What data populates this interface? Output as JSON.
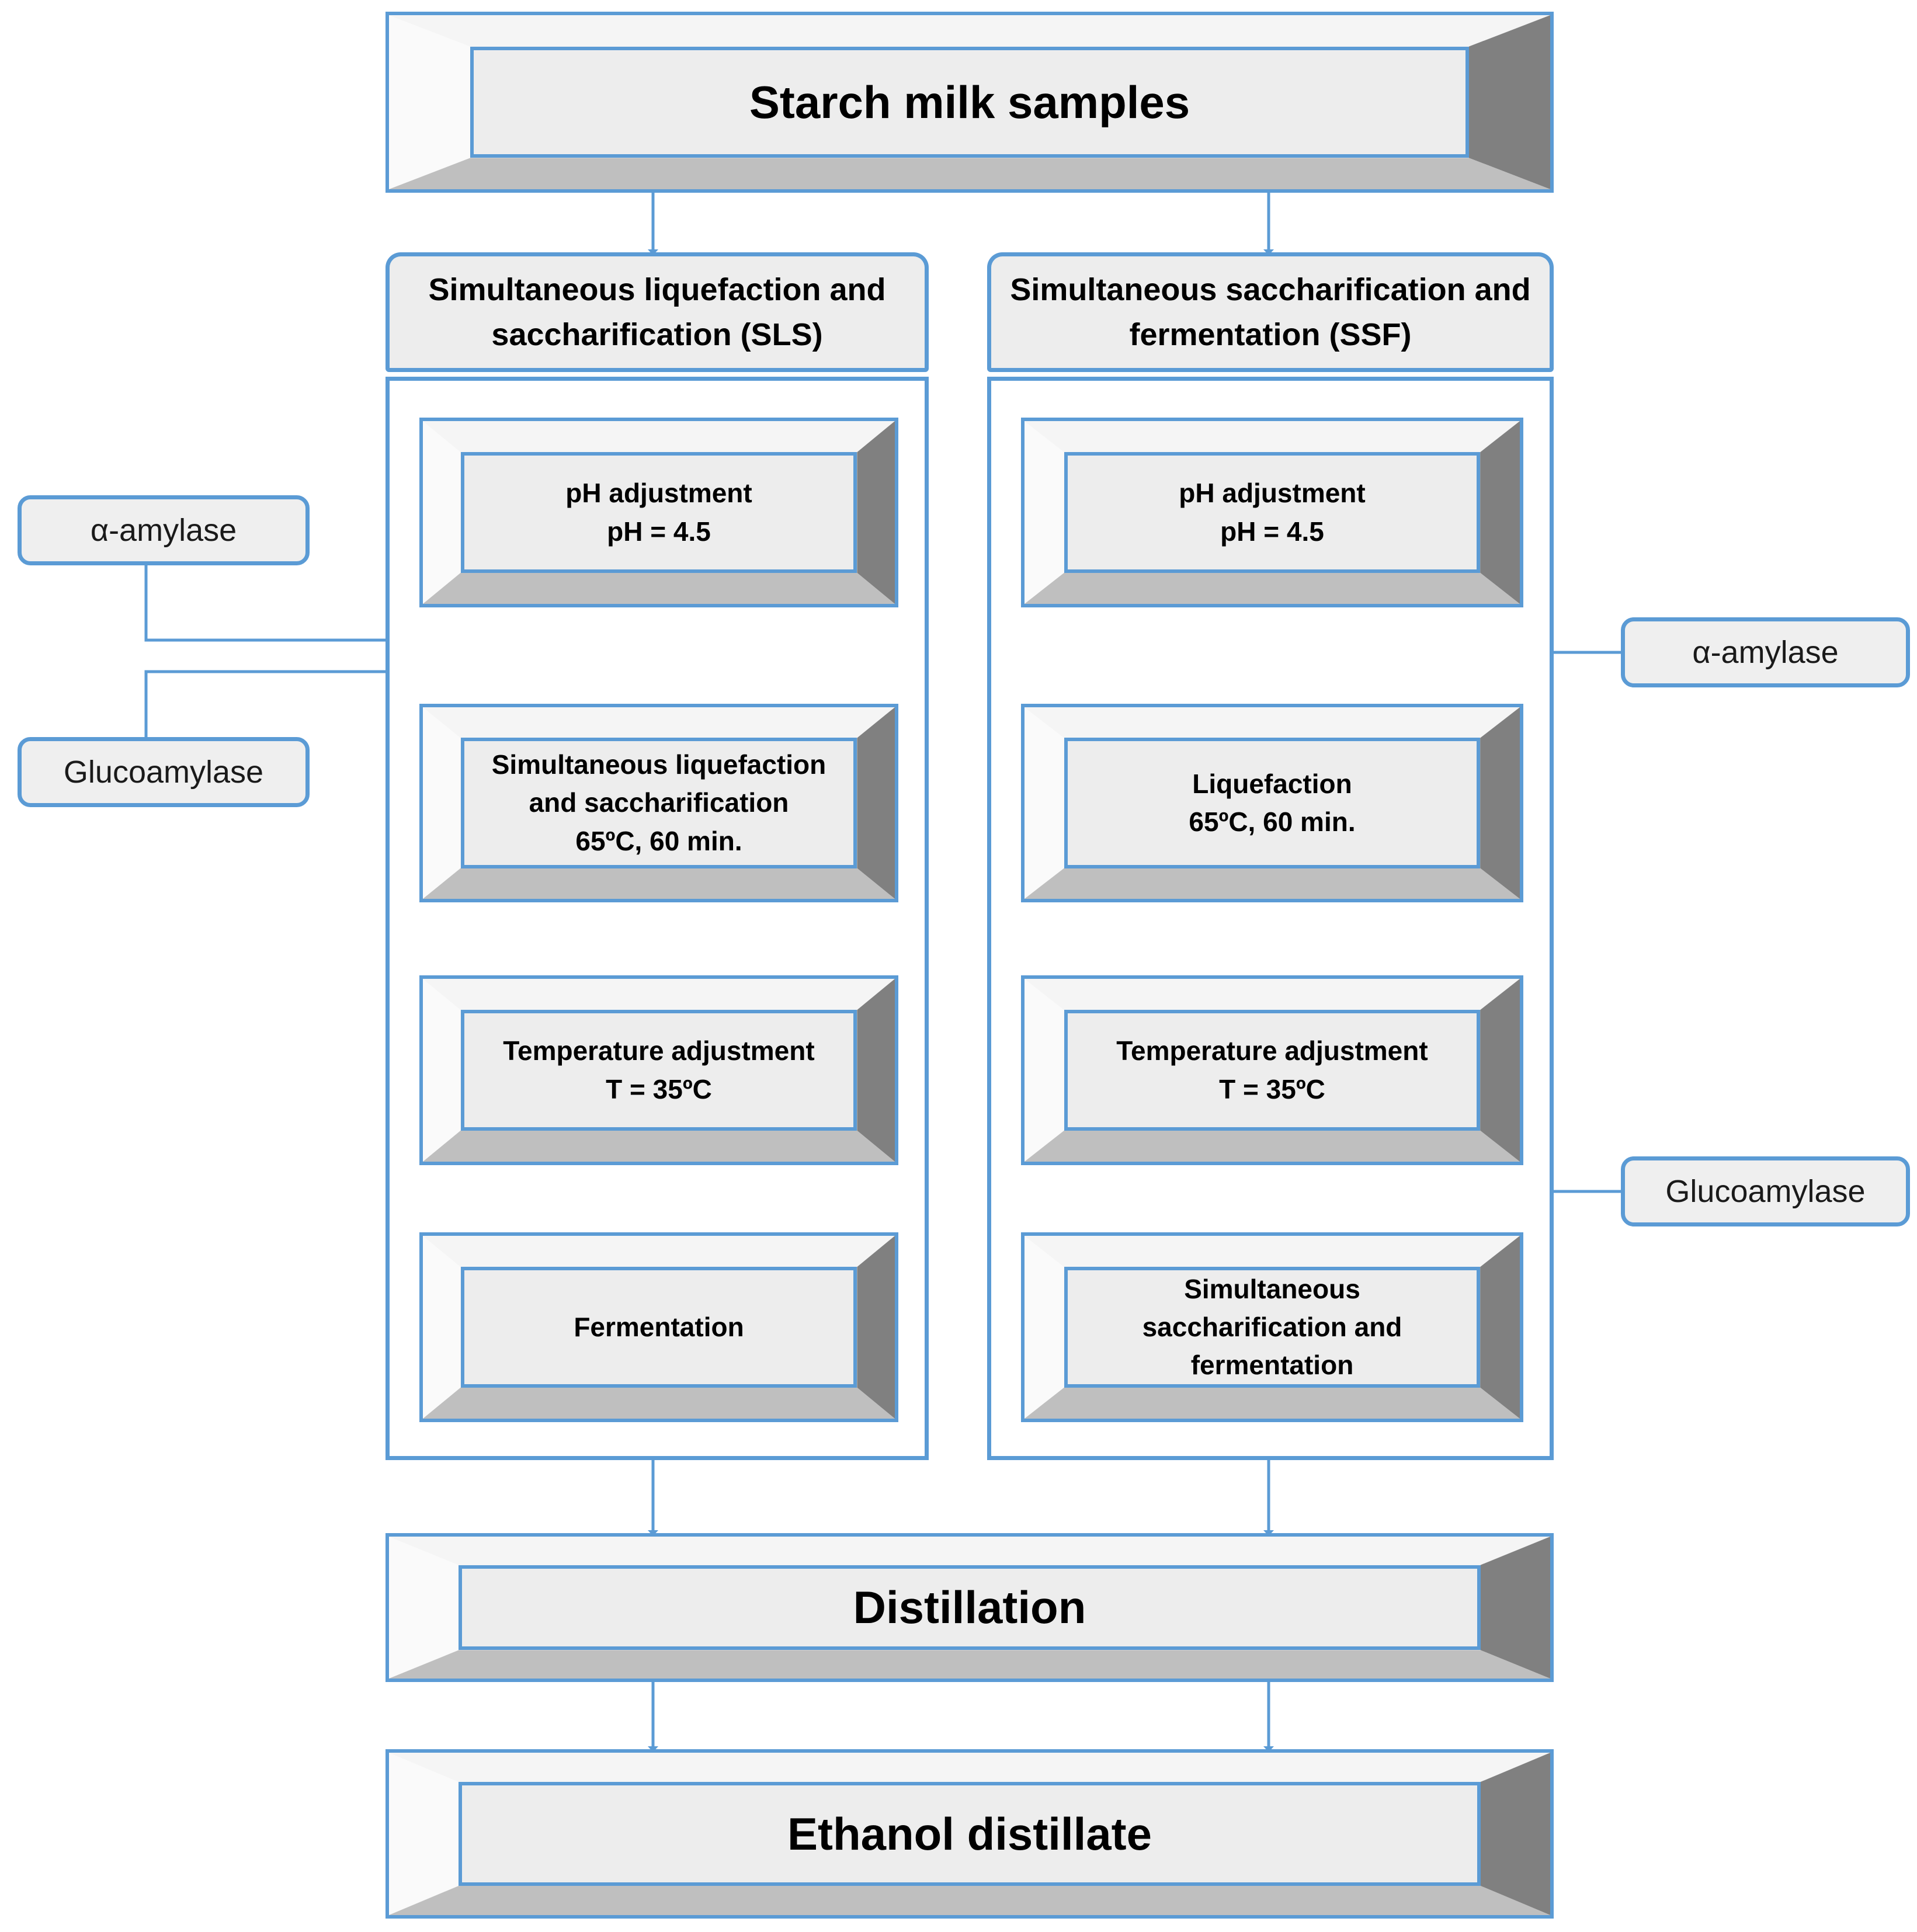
{
  "diagram": {
    "title": "Starch milk samples",
    "nodes": {
      "start": {
        "label": "Starch milk samples"
      },
      "sls_header": {
        "label": "Simultaneous liquefaction and saccharification (SLS)"
      },
      "ssf_header": {
        "label": "Simultaneous saccharification and fermentation (SSF)"
      },
      "sls_ph": {
        "label": "pH adjustment\npH = 4.5",
        "line1": "pH adjustment",
        "line2": "pH = 4.5"
      },
      "sls_step": {
        "line1": "Simultaneous liquefaction",
        "line2": "and saccharification",
        "line3": "65ºC, 60 min."
      },
      "sls_temp": {
        "line1": "Temperature adjustment",
        "line2": "T = 35ºC"
      },
      "sls_ferm": {
        "label": "Fermentation"
      },
      "ssf_ph": {
        "line1": "pH adjustment",
        "line2": "pH = 4.5"
      },
      "ssf_liq": {
        "line1": "Liquefaction",
        "line2": "65ºC, 60 min."
      },
      "ssf_temp": {
        "line1": "Temperature adjustment",
        "line2": "T = 35ºC"
      },
      "ssf_ssf": {
        "line1": "Simultaneous",
        "line2": "saccharification and",
        "line3": "fermentation"
      },
      "distillation": {
        "label": "Distillation"
      },
      "ethanol": {
        "label": "Ethanol distillate"
      }
    },
    "reagents": {
      "left_alpha_amylase": {
        "label": "α-amylase"
      },
      "left_glucoamylase": {
        "label": "Glucoamylase"
      },
      "right_alpha_amylase": {
        "label": "α-amylase"
      },
      "right_glucoamylase": {
        "label": "Glucoamylase"
      }
    },
    "colors": {
      "accent_blue": "#5B9BD5",
      "box_fill": "#EDEDED",
      "bevel_shadow_right": "#808080",
      "bevel_shadow_bottom": "#BFBFBF",
      "text": "#000000",
      "background": "#FFFFFF"
    }
  }
}
